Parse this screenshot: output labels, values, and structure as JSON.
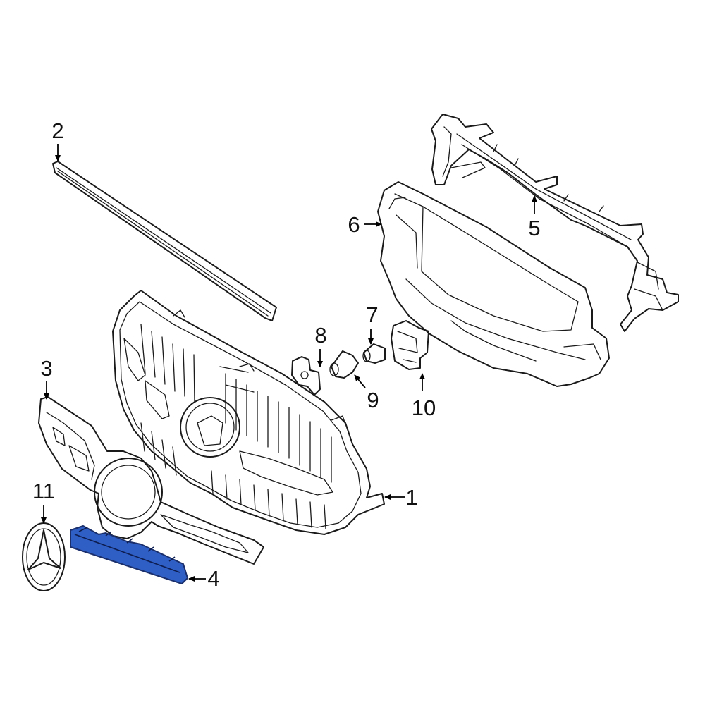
{
  "diagram": {
    "highlight_color": "#2f5ec4",
    "callouts": [
      {
        "id": "1",
        "text": "1",
        "part": "grille-assembly"
      },
      {
        "id": "2",
        "text": "2",
        "part": "upper-molding-strip"
      },
      {
        "id": "3",
        "text": "3",
        "part": "lower-trim-frame"
      },
      {
        "id": "4",
        "text": "4",
        "part": "lower-molding-highlighted"
      },
      {
        "id": "5",
        "text": "5",
        "part": "upper-support-bracket"
      },
      {
        "id": "6",
        "text": "6",
        "part": "radiator-support-shroud"
      },
      {
        "id": "7",
        "text": "7",
        "part": "sensor-a"
      },
      {
        "id": "8",
        "text": "8",
        "part": "sensor-bracket"
      },
      {
        "id": "9",
        "text": "9",
        "part": "sensor-b"
      },
      {
        "id": "10",
        "text": "10",
        "part": "mounting-bracket"
      },
      {
        "id": "11",
        "text": "11",
        "part": "emblem-star"
      }
    ]
  }
}
